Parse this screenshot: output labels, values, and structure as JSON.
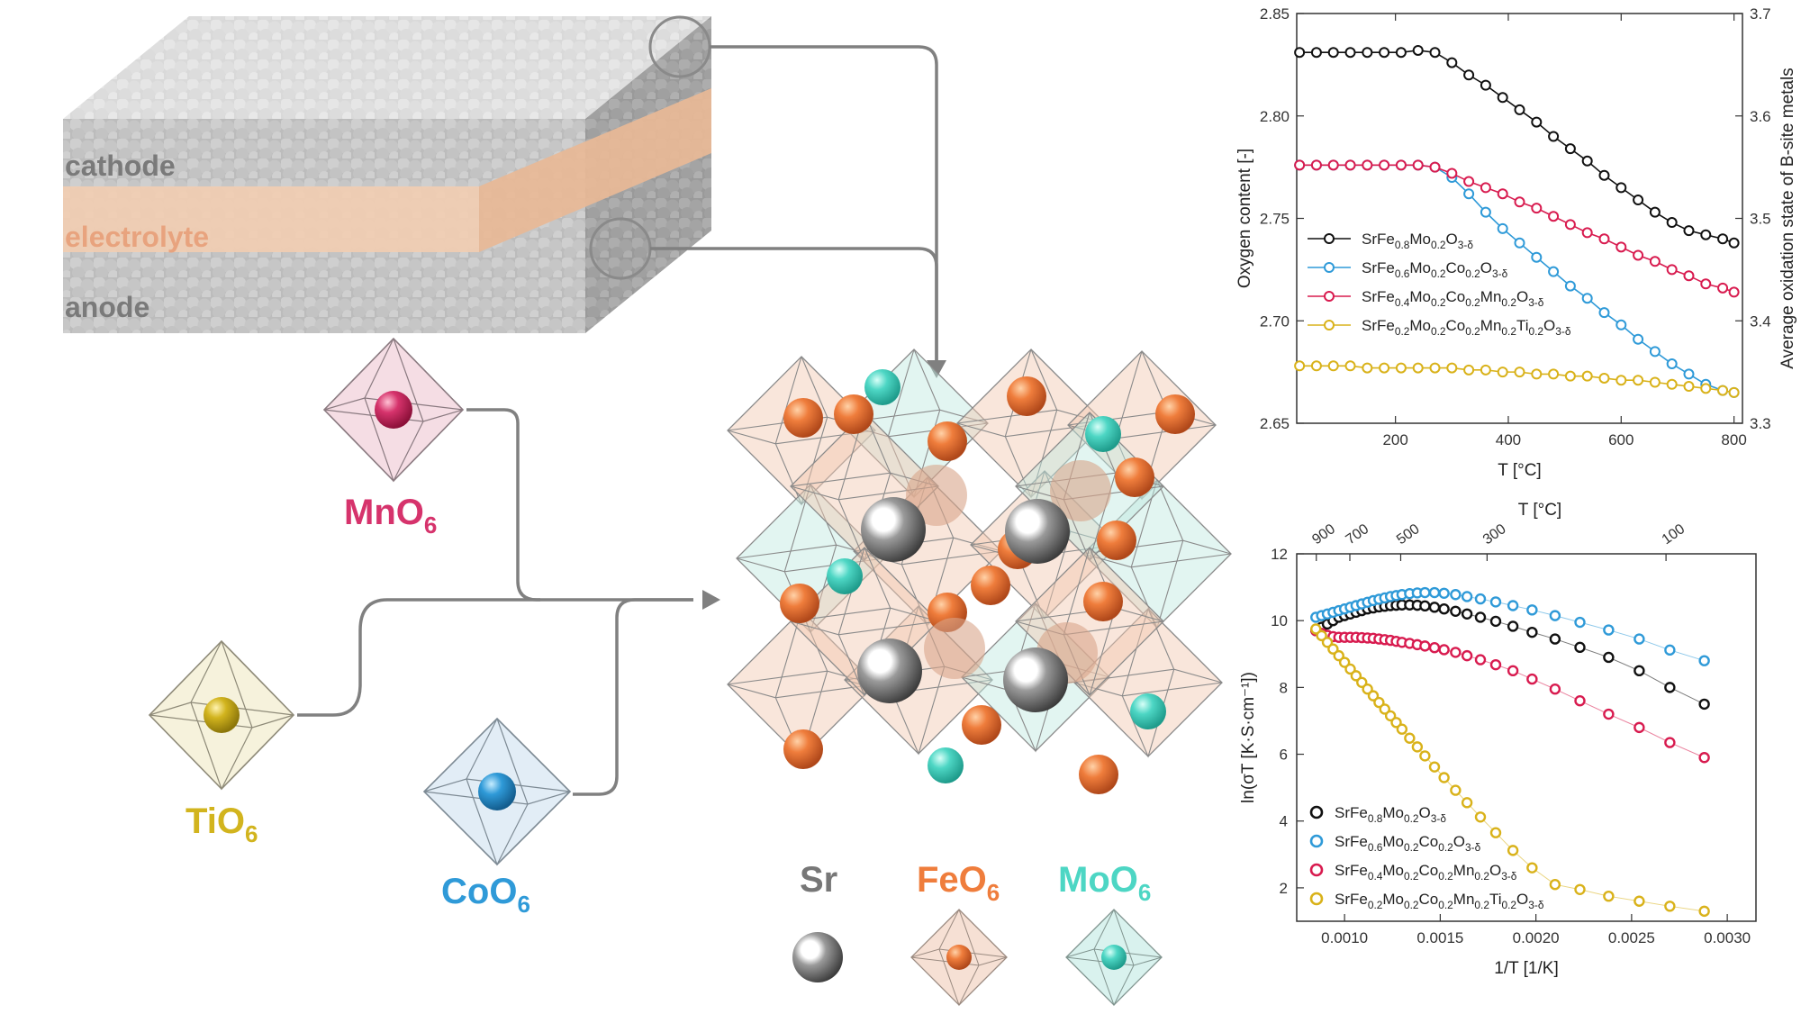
{
  "layers": {
    "cathode": "cathode",
    "electrolyte": "electrolyte",
    "anode": "anode"
  },
  "octahedra": {
    "mn": {
      "name": "MnO",
      "sub": "6",
      "color": "#d6336c"
    },
    "ti": {
      "name": "TiO",
      "sub": "6",
      "color": "#d2b41e"
    },
    "co": {
      "name": "CoO",
      "sub": "6",
      "color": "#2f9ad8"
    }
  },
  "legend": {
    "sr": {
      "label": "Sr",
      "color": "#777777"
    },
    "fe": {
      "name": "FeO",
      "sub": "6",
      "color": "#ef7d3c"
    },
    "mo": {
      "name": "MoO",
      "sub": "6",
      "color": "#4dd6c4"
    }
  },
  "series_labels": [
    {
      "parts": [
        [
          "SrFe",
          ""
        ],
        [
          "0.8",
          ""
        ],
        [
          "Mo",
          ""
        ],
        [
          "0.2",
          ""
        ],
        [
          "O",
          ""
        ],
        [
          "3-δ",
          ""
        ]
      ],
      "color": "#111111"
    },
    {
      "parts": [
        [
          "SrFe",
          ""
        ],
        [
          "0.6",
          ""
        ],
        [
          "Mo",
          ""
        ],
        [
          "0.2",
          ""
        ],
        [
          "Co",
          ""
        ],
        [
          "0.2",
          ""
        ],
        [
          "O",
          ""
        ],
        [
          "3-δ",
          ""
        ]
      ],
      "color": "#2f9ad8"
    },
    {
      "parts": [
        [
          "SrFe",
          ""
        ],
        [
          "0.4",
          ""
        ],
        [
          "Mo",
          ""
        ],
        [
          "0.2",
          ""
        ],
        [
          "Co",
          ""
        ],
        [
          "0.2",
          ""
        ],
        [
          "Mn",
          ""
        ],
        [
          "0.2",
          ""
        ],
        [
          "O",
          ""
        ],
        [
          "3-δ",
          ""
        ]
      ],
      "color": "#d81b4f"
    },
    {
      "parts": [
        [
          "SrFe",
          ""
        ],
        [
          "0.2",
          ""
        ],
        [
          "Mo",
          ""
        ],
        [
          "0.2",
          ""
        ],
        [
          "Co",
          ""
        ],
        [
          "0.2",
          ""
        ],
        [
          "Mn",
          ""
        ],
        [
          "0.2",
          ""
        ],
        [
          "Ti",
          ""
        ],
        [
          "0.2",
          ""
        ],
        [
          "O",
          ""
        ],
        [
          "3-δ",
          ""
        ]
      ],
      "color": "#d9b21a"
    }
  ],
  "chart_data": [
    {
      "type": "line",
      "xlabel": "T [°C]",
      "ylabel": "Oxygen content [-]",
      "y2label": "Average oxidation state of B-site metals",
      "xlim": [
        25,
        815
      ],
      "ylim": [
        2.65,
        2.85
      ],
      "y2lim": [
        3.3,
        3.7
      ],
      "xticks": [
        "200",
        "400",
        "600",
        "800"
      ],
      "yticks": [
        "2.65",
        "2.70",
        "2.75",
        "2.80",
        "2.85"
      ],
      "y2ticks": [
        "3.3",
        "3.4",
        "3.5",
        "3.6",
        "3.7"
      ],
      "legend": "center-left",
      "series": [
        {
          "name": "SrFe0.8Mo0.2O3-δ",
          "color": "#111111",
          "x": [
            30,
            60,
            90,
            120,
            150,
            180,
            210,
            240,
            270,
            300,
            330,
            360,
            390,
            420,
            450,
            480,
            510,
            540,
            570,
            600,
            630,
            660,
            690,
            720,
            750,
            780,
            800
          ],
          "y": [
            2.831,
            2.831,
            2.831,
            2.831,
            2.831,
            2.831,
            2.831,
            2.832,
            2.831,
            2.826,
            2.82,
            2.815,
            2.809,
            2.803,
            2.797,
            2.79,
            2.784,
            2.778,
            2.771,
            2.765,
            2.759,
            2.753,
            2.748,
            2.744,
            2.742,
            2.74,
            2.738
          ]
        },
        {
          "name": "SrFe0.6Mo0.2Co0.2O3-δ",
          "color": "#2f9ad8",
          "x": [
            30,
            60,
            90,
            120,
            150,
            180,
            210,
            240,
            270,
            300,
            330,
            360,
            390,
            420,
            450,
            480,
            510,
            540,
            570,
            600,
            630,
            660,
            690,
            720,
            750,
            780,
            800
          ],
          "y": [
            2.776,
            2.776,
            2.776,
            2.776,
            2.776,
            2.776,
            2.776,
            2.776,
            2.775,
            2.77,
            2.762,
            2.753,
            2.745,
            2.738,
            2.731,
            2.724,
            2.717,
            2.711,
            2.704,
            2.698,
            2.691,
            2.685,
            2.679,
            2.674,
            2.669,
            2.666,
            2.665
          ]
        },
        {
          "name": "SrFe0.4Mo0.2Co0.2Mn0.2O3-δ",
          "color": "#d81b4f",
          "x": [
            30,
            60,
            90,
            120,
            150,
            180,
            210,
            240,
            270,
            300,
            330,
            360,
            390,
            420,
            450,
            480,
            510,
            540,
            570,
            600,
            630,
            660,
            690,
            720,
            750,
            780,
            800
          ],
          "y": [
            2.776,
            2.776,
            2.776,
            2.776,
            2.776,
            2.776,
            2.776,
            2.776,
            2.775,
            2.772,
            2.768,
            2.765,
            2.762,
            2.758,
            2.755,
            2.751,
            2.747,
            2.743,
            2.74,
            2.736,
            2.732,
            2.729,
            2.725,
            2.722,
            2.718,
            2.716,
            2.714
          ]
        },
        {
          "name": "SrFe0.2Mo0.2Co0.2Mn0.2Ti0.2O3-δ",
          "color": "#d9b21a",
          "x": [
            30,
            60,
            90,
            120,
            150,
            180,
            210,
            240,
            270,
            300,
            330,
            360,
            390,
            420,
            450,
            480,
            510,
            540,
            570,
            600,
            630,
            660,
            690,
            720,
            750,
            780,
            800
          ],
          "y": [
            2.678,
            2.678,
            2.678,
            2.678,
            2.677,
            2.677,
            2.677,
            2.677,
            2.677,
            2.677,
            2.676,
            2.676,
            2.675,
            2.675,
            2.674,
            2.674,
            2.673,
            2.673,
            2.672,
            2.671,
            2.671,
            2.67,
            2.669,
            2.668,
            2.667,
            2.666,
            2.665
          ]
        }
      ]
    },
    {
      "type": "scatter",
      "xlabel": "1/T [1/K]",
      "ylabel": "ln(σT [K·S·cm⁻¹])",
      "x2label": "T [°C]",
      "xlim": [
        0.00075,
        0.00315
      ],
      "ylim": [
        1,
        12
      ],
      "xticks": [
        "0.0010",
        "0.0015",
        "0.0020",
        "0.0025",
        "0.0030"
      ],
      "yticks": [
        "2",
        "4",
        "6",
        "8",
        "10",
        "12"
      ],
      "x2ticks": [
        "900",
        "700",
        "500",
        "300",
        "100"
      ],
      "legend": "bottom-left",
      "series": [
        {
          "name": "SrFe0.8Mo0.2O3-δ",
          "color": "#111111",
          "x": [
            0.00085,
            0.00088,
            0.00091,
            0.00094,
            0.00097,
            0.001,
            0.00103,
            0.00106,
            0.00109,
            0.00112,
            0.00115,
            0.00118,
            0.00121,
            0.00124,
            0.00127,
            0.0013,
            0.00134,
            0.00138,
            0.00142,
            0.00147,
            0.00152,
            0.00158,
            0.00164,
            0.00171,
            0.00179,
            0.00188,
            0.00198,
            0.0021,
            0.00223,
            0.00238,
            0.00254,
            0.0027,
            0.00288
          ],
          "y": [
            9.7,
            9.8,
            9.9,
            10.0,
            10.1,
            10.15,
            10.2,
            10.25,
            10.3,
            10.35,
            10.38,
            10.41,
            10.43,
            10.45,
            10.46,
            10.47,
            10.47,
            10.46,
            10.44,
            10.4,
            10.35,
            10.28,
            10.2,
            10.1,
            9.98,
            9.83,
            9.65,
            9.45,
            9.2,
            8.9,
            8.5,
            8.0,
            7.5
          ]
        },
        {
          "name": "SrFe0.6Mo0.2Co0.2O3-δ",
          "color": "#2f9ad8",
          "x": [
            0.00085,
            0.00088,
            0.00091,
            0.00094,
            0.00097,
            0.001,
            0.00103,
            0.00106,
            0.00109,
            0.00112,
            0.00115,
            0.00118,
            0.00121,
            0.00124,
            0.00127,
            0.0013,
            0.00134,
            0.00138,
            0.00142,
            0.00147,
            0.00152,
            0.00158,
            0.00164,
            0.00171,
            0.00179,
            0.00188,
            0.00198,
            0.0021,
            0.00223,
            0.00238,
            0.00254,
            0.0027,
            0.00288
          ],
          "y": [
            10.1,
            10.15,
            10.2,
            10.25,
            10.3,
            10.35,
            10.4,
            10.45,
            10.5,
            10.55,
            10.6,
            10.64,
            10.68,
            10.72,
            10.75,
            10.78,
            10.81,
            10.83,
            10.84,
            10.84,
            10.82,
            10.78,
            10.72,
            10.65,
            10.56,
            10.45,
            10.32,
            10.15,
            9.95,
            9.72,
            9.45,
            9.12,
            8.8
          ]
        },
        {
          "name": "SrFe0.4Mo0.2Co0.2Mn0.2O3-δ",
          "color": "#d81b4f",
          "x": [
            0.00085,
            0.00088,
            0.00091,
            0.00094,
            0.00097,
            0.001,
            0.00103,
            0.00106,
            0.00109,
            0.00112,
            0.00115,
            0.00118,
            0.00121,
            0.00124,
            0.00127,
            0.0013,
            0.00134,
            0.00138,
            0.00142,
            0.00147,
            0.00152,
            0.00158,
            0.00164,
            0.00171,
            0.00179,
            0.00188,
            0.00198,
            0.0021,
            0.00223,
            0.00238,
            0.00254,
            0.0027,
            0.00288
          ],
          "y": [
            9.7,
            9.62,
            9.56,
            9.52,
            9.5,
            9.5,
            9.5,
            9.5,
            9.49,
            9.48,
            9.47,
            9.45,
            9.43,
            9.41,
            9.38,
            9.35,
            9.32,
            9.28,
            9.24,
            9.19,
            9.13,
            9.05,
            8.95,
            8.83,
            8.68,
            8.5,
            8.25,
            7.95,
            7.6,
            7.2,
            6.8,
            6.35,
            5.9
          ]
        },
        {
          "name": "SrFe0.2Mo0.2Co0.2Mn0.2Ti0.2O3-δ",
          "color": "#d9b21a",
          "x": [
            0.00085,
            0.00088,
            0.00091,
            0.00094,
            0.00097,
            0.001,
            0.00103,
            0.00106,
            0.00109,
            0.00112,
            0.00115,
            0.00118,
            0.00121,
            0.00124,
            0.00127,
            0.0013,
            0.00134,
            0.00138,
            0.00142,
            0.00147,
            0.00152,
            0.00158,
            0.00164,
            0.00171,
            0.00179,
            0.00188,
            0.00198,
            0.0021,
            0.00223,
            0.00238,
            0.00254,
            0.0027,
            0.00288
          ],
          "y": [
            9.75,
            9.55,
            9.35,
            9.15,
            8.95,
            8.75,
            8.55,
            8.35,
            8.15,
            7.95,
            7.75,
            7.55,
            7.35,
            7.15,
            6.95,
            6.75,
            6.48,
            6.22,
            5.95,
            5.62,
            5.3,
            4.92,
            4.55,
            4.12,
            3.65,
            3.12,
            2.6,
            2.1,
            1.95,
            1.75,
            1.6,
            1.45,
            1.3
          ]
        }
      ]
    }
  ]
}
